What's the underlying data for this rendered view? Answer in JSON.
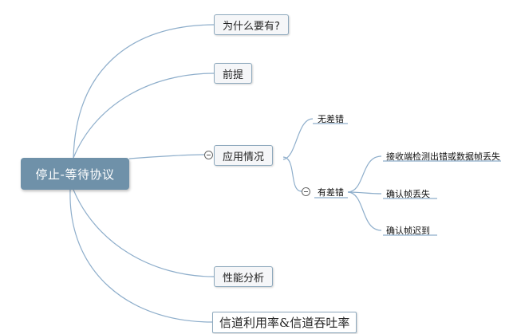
{
  "mindmap": {
    "root": {
      "label": "停止-等待协议"
    },
    "branches": [
      {
        "label": "为什么要有?"
      },
      {
        "label": "前提"
      },
      {
        "label": "应用情况",
        "children": [
          {
            "label": "无差错"
          },
          {
            "label": "有差错",
            "children": [
              {
                "label": "接收端检测出错或数据帧丢失"
              },
              {
                "label": "确认帧丢失"
              },
              {
                "label": "确认帧迟到"
              }
            ]
          }
        ]
      },
      {
        "label": "性能分析"
      },
      {
        "label": "信道利用率&信道吞吐率"
      }
    ]
  },
  "colors": {
    "root_fill": "#6f91a9",
    "branch_border": "#8ea9bd",
    "connector": "#8eaecb"
  }
}
